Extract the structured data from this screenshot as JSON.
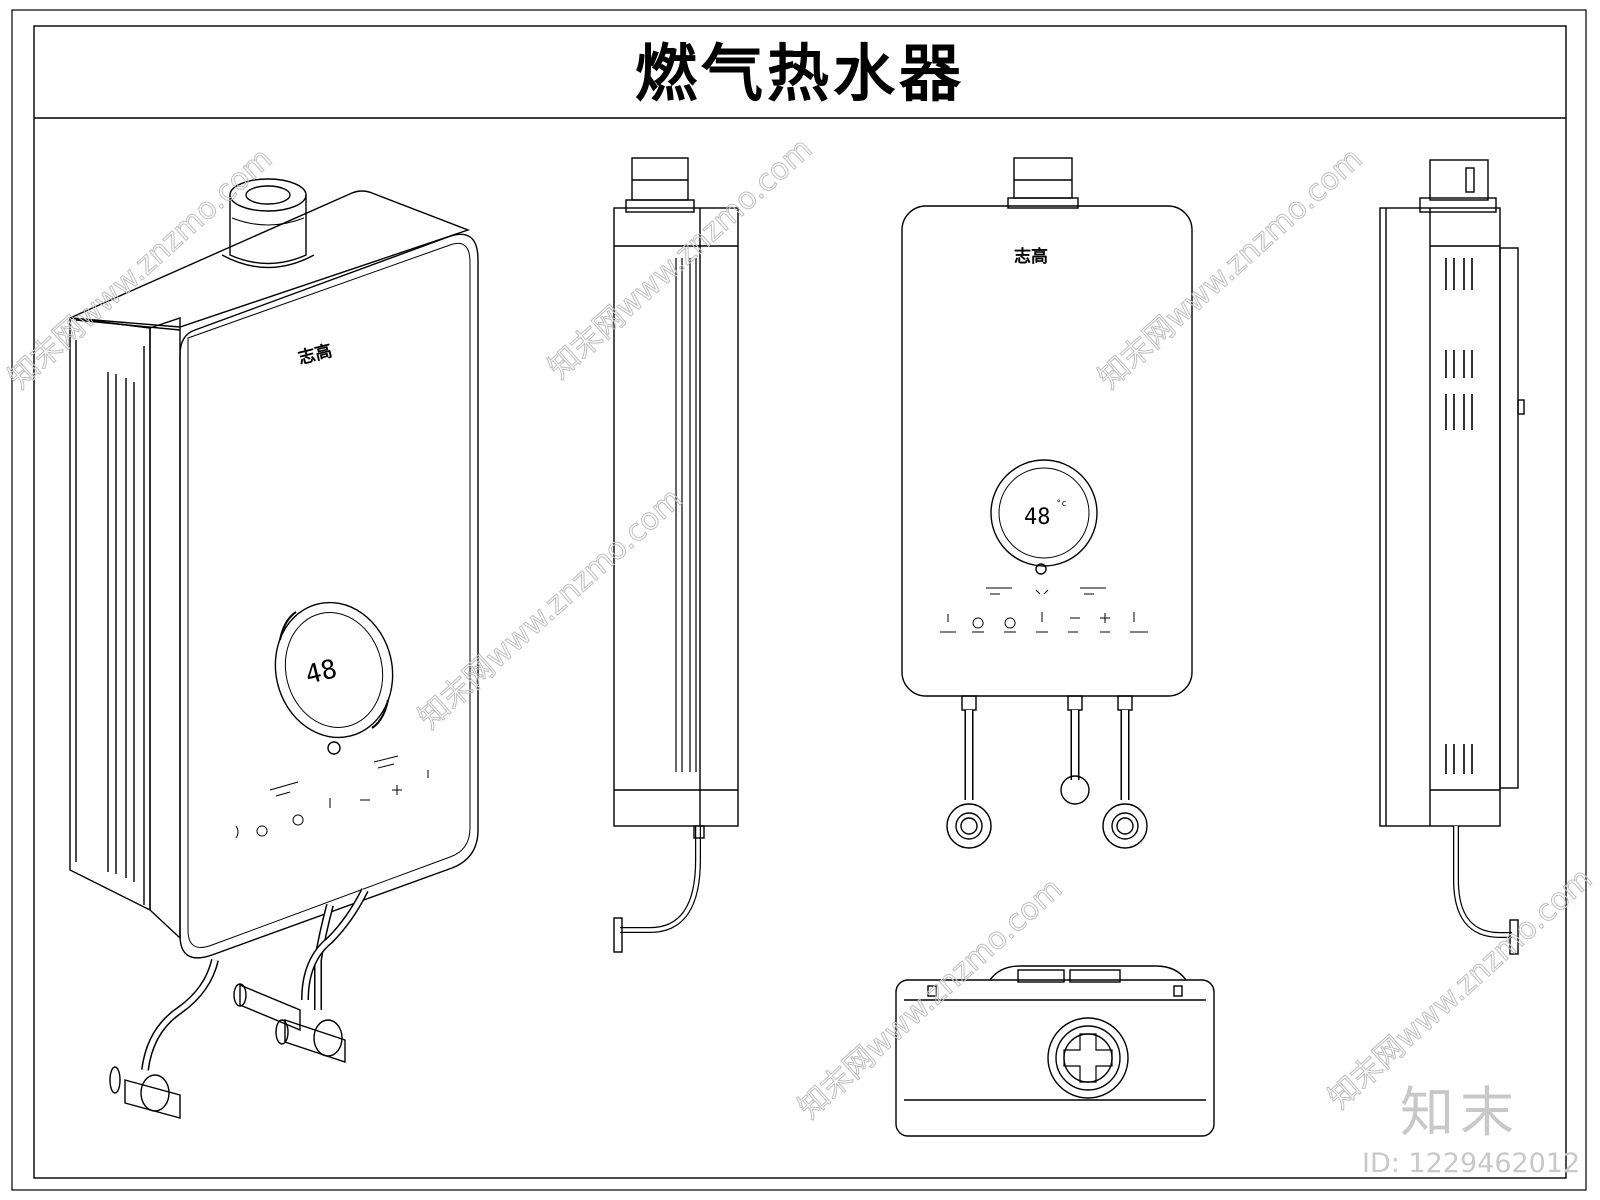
{
  "drawing": {
    "title": "燃气热水器",
    "brand_logo_text": "志高",
    "display_temperature": "48",
    "display_unit": "°c",
    "watermark_text": "知末网www.znzmo.com",
    "corner_brand": "知末",
    "image_id": "ID: 1229462012"
  },
  "views": {
    "isometric": "isometric-view",
    "side_left": "side-view-left",
    "front": "front-view",
    "side_right": "side-view-right",
    "bottom": "bottom-view"
  },
  "colors": {
    "line": "#000000",
    "watermark": "#c8c8c8"
  }
}
